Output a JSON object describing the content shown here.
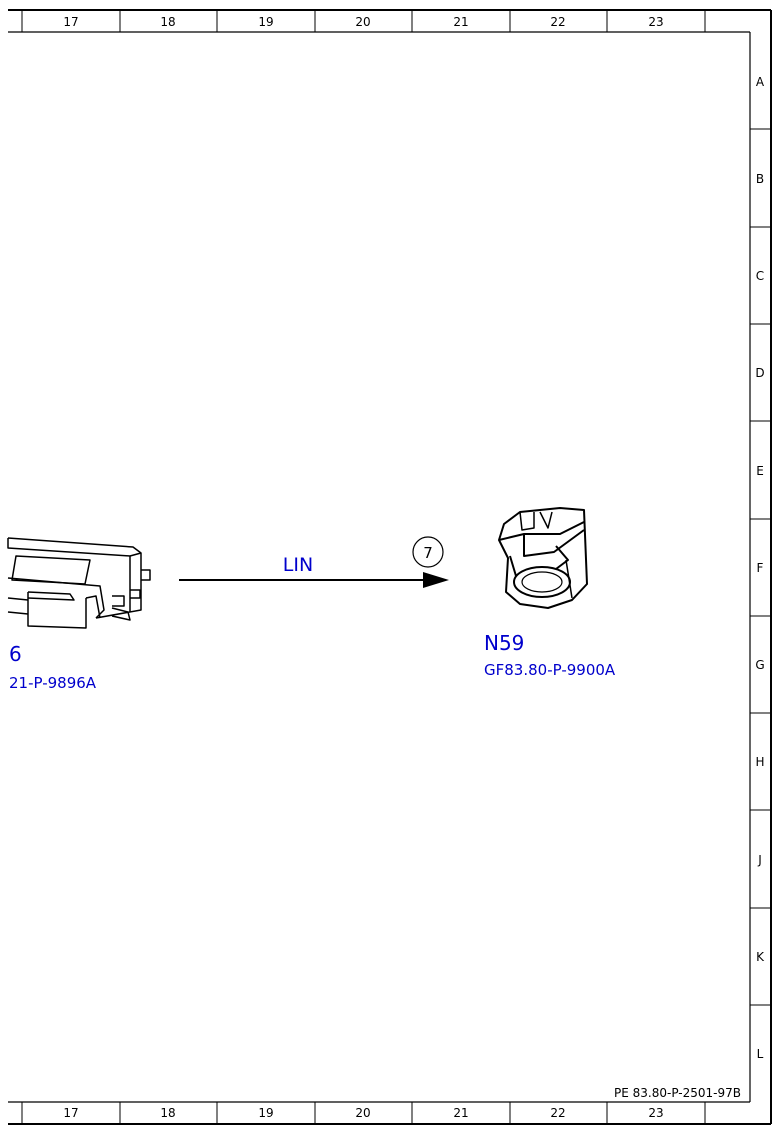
{
  "grid": {
    "columns": [
      "17",
      "18",
      "19",
      "20",
      "21",
      "22",
      "23"
    ],
    "rows": [
      "A",
      "B",
      "C",
      "D",
      "E",
      "F",
      "G",
      "H",
      "J",
      "K",
      "L"
    ]
  },
  "left_component": {
    "code": "6",
    "ref": "21-P-9896A"
  },
  "right_component": {
    "code": "N59",
    "ref": "GF83.80-P-9900A"
  },
  "connection": {
    "label": "LIN",
    "number": "7"
  },
  "doc_ref": "PE 83.80-P-2501-97B"
}
